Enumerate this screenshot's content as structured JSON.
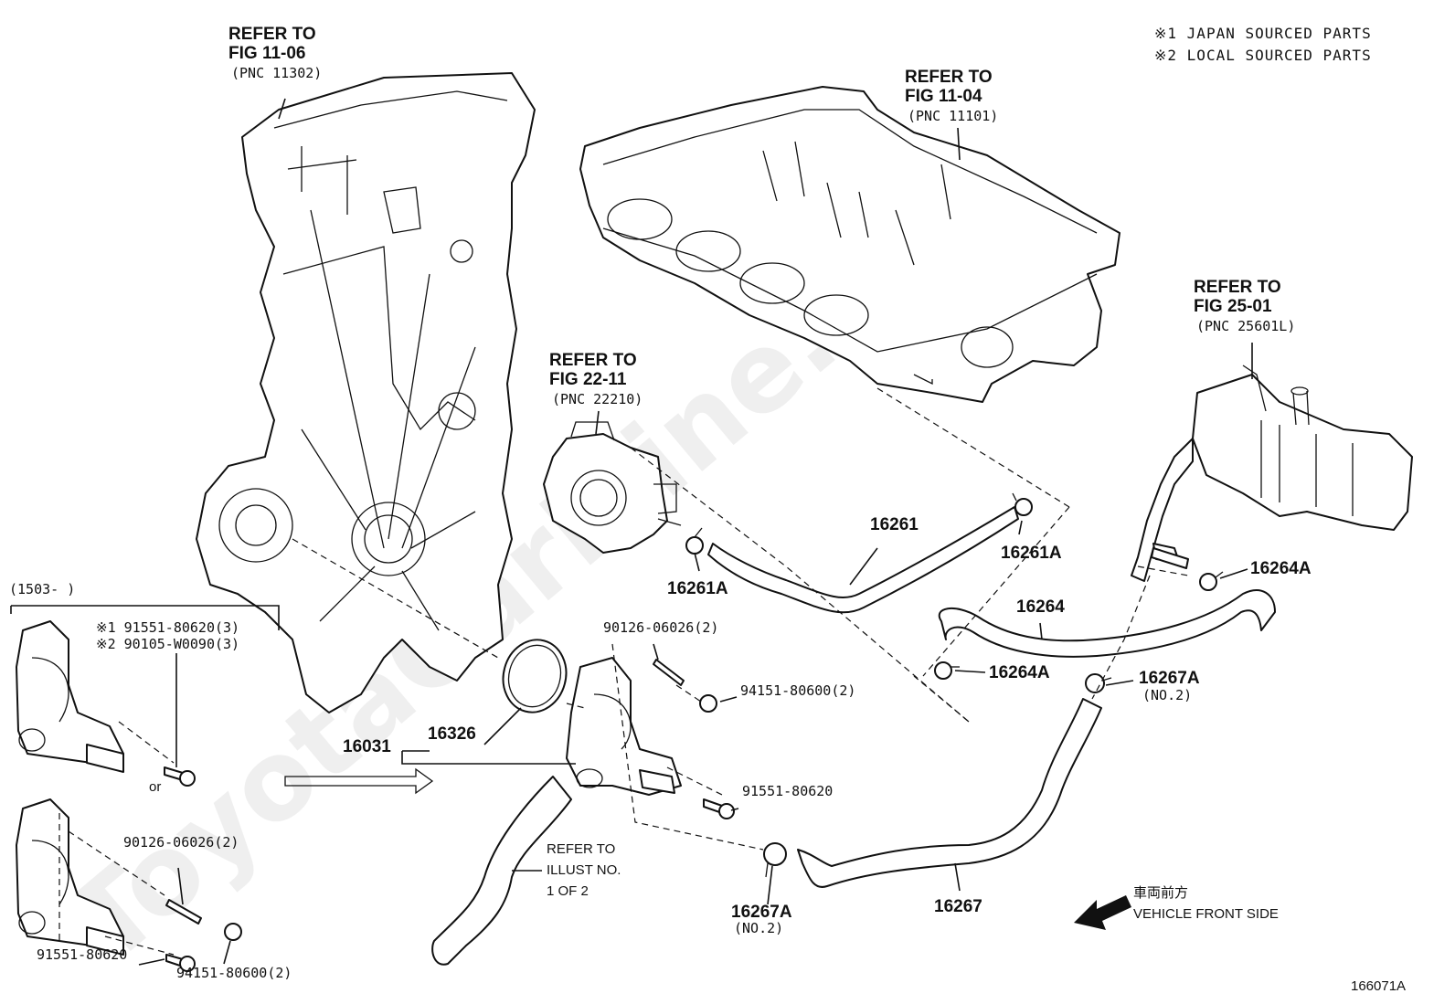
{
  "notes": {
    "japan": "※1 JAPAN SOURCED PARTS",
    "local": "※2 LOCAL SOURCED PARTS"
  },
  "refs": {
    "fig1106": {
      "l1": "REFER TO",
      "l2": "FIG 11-06",
      "l3": "(PNC 11302)"
    },
    "fig1104": {
      "l1": "REFER TO",
      "l2": "FIG 11-04",
      "l3": "(PNC 11101)"
    },
    "fig2511": {
      "l1": "REFER TO",
      "l2": "FIG 22-11",
      "l3": "(PNC 22210)"
    },
    "fig2501": {
      "l1": "REFER TO",
      "l2": "FIG 25-01",
      "l3": "(PNC 25601L)"
    },
    "illust": {
      "l1": "REFER TO",
      "l2": "ILLUST NO.",
      "l3": "1 OF 2"
    }
  },
  "range_label": "(1503-     )",
  "or_label": "or",
  "parts": {
    "p16261": "16261",
    "p16261a_1": "16261A",
    "p16261a_2": "16261A",
    "p16264": "16264",
    "p16264a_1": "16264A",
    "p16264a_2": "16264A",
    "p16267": "16267",
    "p16267a_1": "16267A",
    "p16267a_1_sub": "(NO.2)",
    "p16267a_2": "16267A",
    "p16267a_2_sub": "(NO.2)",
    "p16031": "16031",
    "p16326": "16326",
    "b9012606026_a": "90126-06026(2)",
    "b9415180600_a": "94151-80600(2)",
    "b9155180620_a": "91551-80620",
    "b1_9155180620": "※1 91551-80620(3)",
    "b2_90105w0090": "※2 90105-W0090(3)",
    "b9012606026_b": "90126-06026(2)",
    "b9155180620_b": "91551-80620",
    "b9415180600_b": "94151-80600(2)"
  },
  "vehicle_front": {
    "jp": "車両前方",
    "en": "VEHICLE FRONT SIDE"
  },
  "figure_id": "166071A",
  "watermark": "ToyotaCarMine.ru"
}
